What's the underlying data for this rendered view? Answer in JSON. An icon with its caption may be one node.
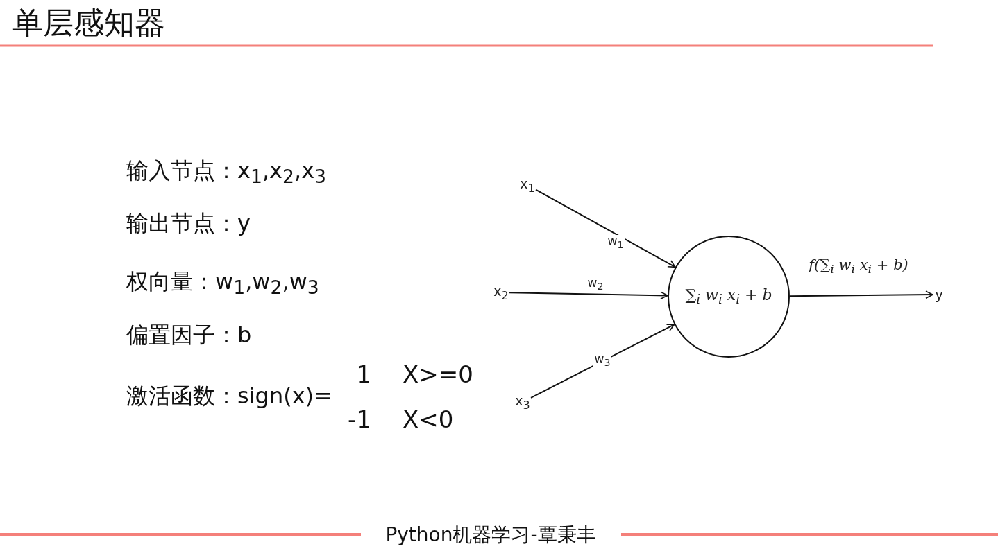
{
  "diagram": {
    "title": "单层感知器",
    "nodes": [
      {
        "text": [
          "x$_{1}$"
        ]
      },
      {
        "text": [
          "x$_{2}$"
        ]
      },
      {
        "text": [
          "x$_{3}$"
        ]
      },
      {
        "text": [
          "∑$_{i}$ w$_{i}$ x$_{i}$ + b"
        ]
      },
      {
        "text": [
          "y"
        ]
      }
    ],
    "edges": [
      {
        "from": 0,
        "to": 3,
        "arrow": "to",
        "label": "w$_{1}$"
      },
      {
        "from": 1,
        "to": 3,
        "arrow": "to",
        "label": "w$_{2}$"
      },
      {
        "from": 2,
        "to": 3,
        "arrow": "to",
        "label": "w$_{3}$"
      },
      {
        "from": 3,
        "to": 4,
        "arrow": "to",
        "label": "f(∑$_{i}$ w$_{i}$ x$_{i}$ + b)"
      }
    ],
    "labels": [
      "输入节点：x$_{1}$,x$_{2}$,x$_{3}$",
      "输出节点：y",
      "权向量：w$_{1}$,w$_{2}$,w$_{3}$",
      "偏置因子：b",
      "激活函数：sign(x)=",
      "1",
      "X>=0",
      "-1",
      "X<0",
      "Python机器学习-覃秉丰"
    ]
  }
}
